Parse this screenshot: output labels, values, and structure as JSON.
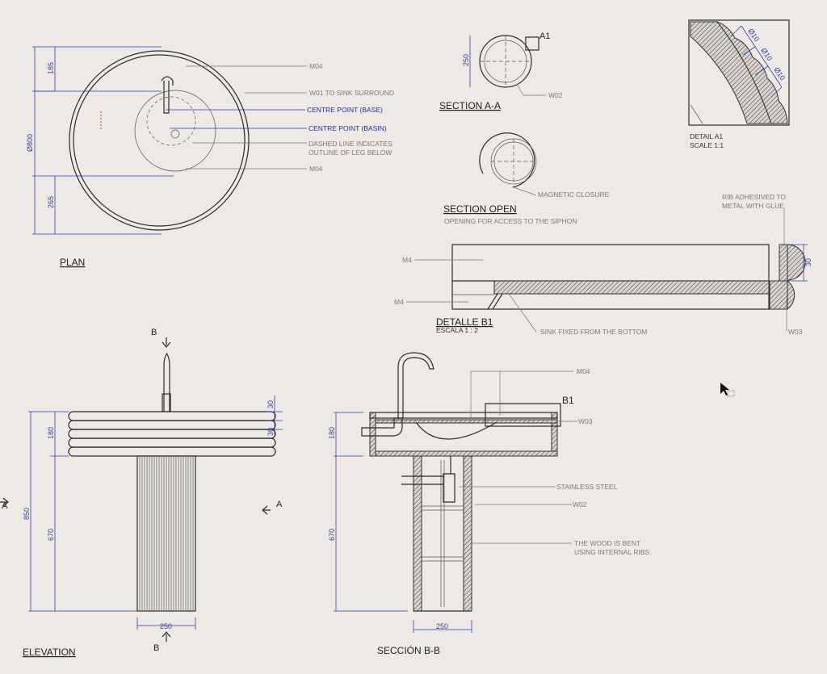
{
  "plan": {
    "title": "PLAN",
    "dims": {
      "top": "185",
      "diameter": "Ø800",
      "bottom": "265"
    },
    "notes": {
      "m04_top": "M04",
      "w01": "W01 TO SINK SURROUND",
      "centre_base": "CENTRE POINT  (BASE)",
      "centre_basin": "CENTRE POINT  (BASIN)",
      "dashed_1": "DASHED LINE INDICATES",
      "dashed_2": "OUTLINE OF LEG BELOW",
      "m04_bottom": "M04"
    }
  },
  "section_aa": {
    "title": "SECTION A-A",
    "dim": "250",
    "ref": "A1",
    "note": "W02"
  },
  "section_open": {
    "title": "SECTION OPEN",
    "subtitle": "OPENING FOR ACCESS TO THE SIPHON",
    "note": "MAGNETIC CLOSURE"
  },
  "detail_a1": {
    "title": "DETAIL A1",
    "scale": "SCALE 1:1",
    "dims": [
      "Ø10",
      "Ø10",
      "Ø10"
    ]
  },
  "detail_b1": {
    "title": "DETALLE B1",
    "scale": "ESCALA 1 : 2",
    "notes": {
      "m4_top": "M4",
      "m4_bottom": "M4",
      "rib_1": "RIB ADHESIVED TO",
      "rib_2": "METAL WITH GLUE",
      "sink_fixed": "SINK FIXED FROM THE BOTTOM",
      "w03": "W03"
    },
    "dim": "30"
  },
  "elevation": {
    "title": "ELEVATION",
    "markers": {
      "b_top": "B",
      "b_bottom": "B",
      "a_left": "A",
      "a_right": "A"
    },
    "dims": {
      "total": "850",
      "top": "180",
      "leg": "670",
      "rib1": "30",
      "rib2": "30",
      "width": "250"
    }
  },
  "section_bb": {
    "title": "SECCIÓN B-B",
    "ref": "B1",
    "dims": {
      "top": "180",
      "leg": "670",
      "width": "250"
    },
    "notes": {
      "m04": "M04",
      "w03": "W03",
      "steel": "STAINLESS STEEL",
      "w02": "W02",
      "wood_1": "THE WOOD IS BENT",
      "wood_2": "USING INTERNAL RIBS."
    }
  }
}
